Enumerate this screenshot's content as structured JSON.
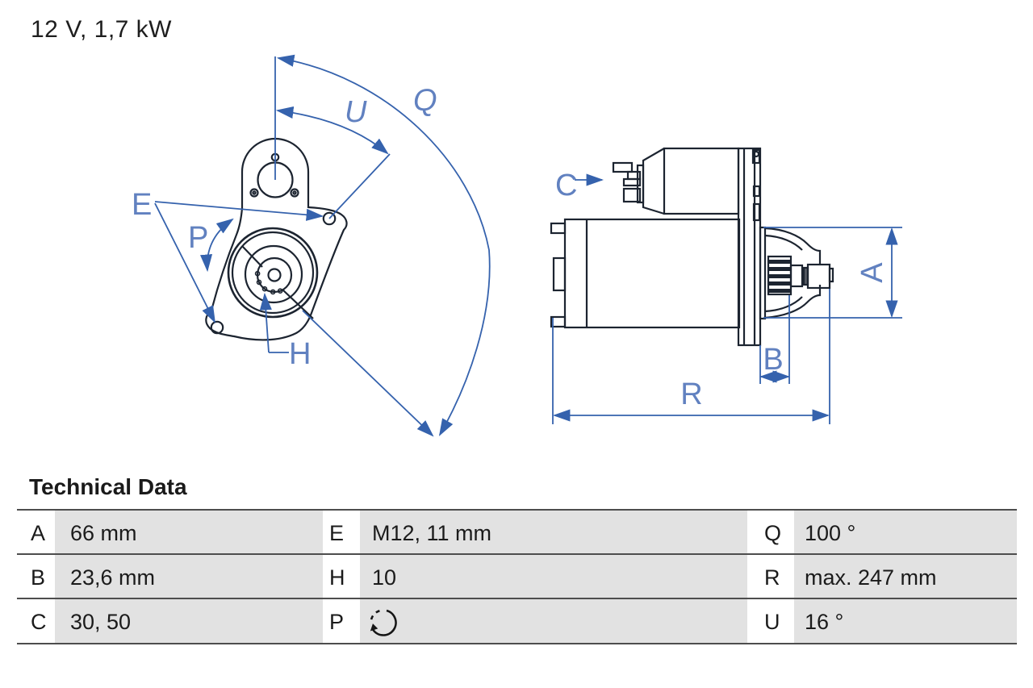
{
  "title": "12 V, 1,7 kW",
  "table": {
    "heading": "Technical Data",
    "rows": [
      {
        "cells": [
          {
            "key": "A",
            "value": "66 mm"
          },
          {
            "key": "E",
            "value": "M12, 11 mm"
          },
          {
            "key": "Q",
            "value": "100 °"
          }
        ]
      },
      {
        "cells": [
          {
            "key": "B",
            "value": "23,6 mm"
          },
          {
            "key": "H",
            "value": "10"
          },
          {
            "key": "R",
            "value": "max. 247 mm"
          }
        ]
      },
      {
        "cells": [
          {
            "key": "C",
            "value": "30, 50"
          },
          {
            "key": "P",
            "value": ""
          },
          {
            "key": "U",
            "value": "16 °"
          }
        ]
      }
    ],
    "p_value_icon": "clockwise-rotation-icon"
  },
  "diagram": {
    "front_view_labels": {
      "angle_u": "U",
      "angle_q": "Q",
      "mount_bolt_e": "E",
      "rotation_p": "P",
      "spline_h": "H"
    },
    "side_view_labels": {
      "terminal_c": "C",
      "height_a": "A",
      "pinion_b": "B",
      "length_r": "R"
    },
    "colors": {
      "outline": "#1c2430",
      "dimension_blue": "#3562ad",
      "label_blue": "#6181c0",
      "table_line": "#4d4d4d",
      "cell_gray": "#e2e2e2"
    }
  }
}
